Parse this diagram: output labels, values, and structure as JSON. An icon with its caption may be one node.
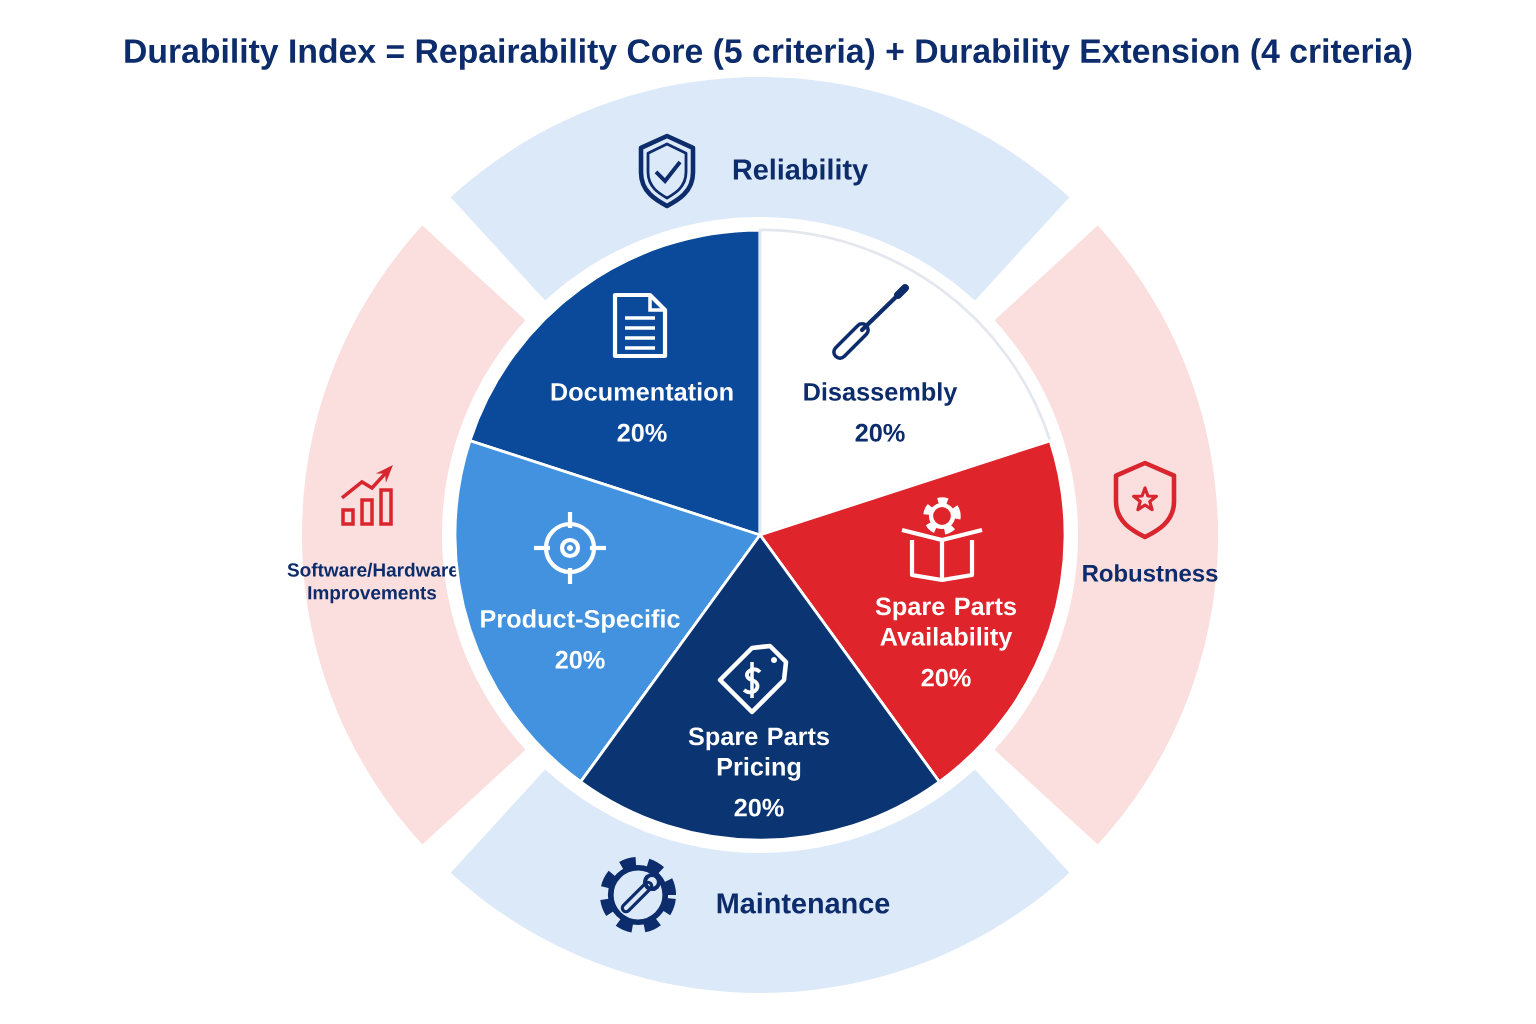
{
  "diagram": {
    "title": "Durability Index = Repairability Core (5 criteria) + Durability Extension (4 criteria)",
    "nodes": [
      {
        "text": [
          "Reliability"
        ]
      },
      {
        "text": [
          "Documentation",
          "20%"
        ]
      },
      {
        "text": [
          "Disassembly",
          "20%"
        ]
      },
      {
        "text": [
          "Software/Hardware Improvements"
        ]
      },
      {
        "text": [
          "Robustness"
        ]
      },
      {
        "text": [
          "Product-Specific",
          "20%"
        ]
      },
      {
        "text": [
          "Spare Parts Availability",
          "20%"
        ]
      },
      {
        "text": [
          "Spare Parts Pricing",
          "20%"
        ]
      },
      {
        "text": [
          "Maintenance"
        ]
      }
    ]
  }
}
